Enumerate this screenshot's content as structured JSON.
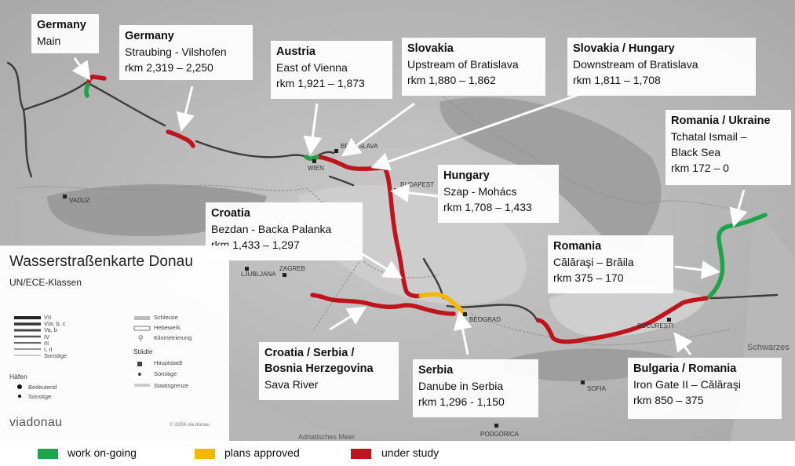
{
  "legend_map": {
    "title": "Wasserstraßenkarte Donau",
    "subtitle": "UN/ECE-Klassen",
    "classes": [
      "VII",
      "VIa, b, c",
      "Va, b",
      "IV",
      "III",
      "I, II",
      "Sonstige"
    ],
    "features": [
      "Schleuse",
      "Hebewerk",
      "Kilometrierung"
    ],
    "cities_heading": "Städte",
    "cities": [
      "Hauptstadt",
      "Sonstige"
    ],
    "ports_heading": "Häfen",
    "ports": [
      "Bedeutend",
      "Sonstige"
    ],
    "borders": "Staatsgrenze",
    "brand": "viadonau",
    "copyright": "© 2006 via donau"
  },
  "map_labels": {
    "wien": "WIEN",
    "bratislava": "BRATISLAVA",
    "budapest": "BUDAPEST",
    "zagreb": "ZAGREB",
    "ljubljana": "LJUBLJANA",
    "beograd": "BEOGRAD",
    "sofia": "SOFIA",
    "bucuresti": "BUCUREȘTI",
    "podgorica": "PODGORICA",
    "vaduz": "VADUZ",
    "schwarzes": "Schwarzes",
    "adria": "Adriatisches Meer"
  },
  "callouts": [
    {
      "title": "Germany",
      "lines": [
        "Main"
      ]
    },
    {
      "title": "Germany",
      "lines": [
        "Straubing - Vilshofen",
        "rkm 2,319 – 2,250"
      ]
    },
    {
      "title": "Austria",
      "lines": [
        "East of Vienna",
        "rkm 1,921 – 1,873"
      ]
    },
    {
      "title": "Slovakia",
      "lines": [
        "Upstream of Bratislava",
        "rkm 1,880 – 1,862"
      ]
    },
    {
      "title": "Slovakia / Hungary",
      "lines": [
        "Downstream of Bratislava",
        "rkm 1,811 – 1,708"
      ]
    },
    {
      "title": "Romania / Ukraine",
      "lines": [
        "Tchatal Ismail –",
        "Black Sea",
        "rkm 172 – 0"
      ]
    },
    {
      "title": "Hungary",
      "lines": [
        "Szap - Mohács",
        "rkm 1,708 – 1,433"
      ]
    },
    {
      "title": "Croatia",
      "lines": [
        "Bezdan - Backa Palanka",
        "rkm 1,433 – 1,297"
      ]
    },
    {
      "title": "Romania",
      "lines": [
        "Călăraşi – Brăila",
        "rkm 375 – 170"
      ]
    },
    {
      "title": "Croatia / Serbia /",
      "lines": [
        "Bosnia Herzegovina",
        "Sava River"
      ]
    },
    {
      "title": "Serbia",
      "lines": [
        "Danube in Serbia",
        "rkm 1,296 - 1,150"
      ]
    },
    {
      "title": "Bulgaria / Romania",
      "lines": [
        "Iron Gate II – Călăraşi",
        "rkm 850 – 375"
      ]
    }
  ],
  "status_legend": [
    {
      "label": "work on-going",
      "color": "#1fa34a"
    },
    {
      "label": "plans approved",
      "color": "#f5b800"
    },
    {
      "label": "under study",
      "color": "#c0141c"
    }
  ]
}
